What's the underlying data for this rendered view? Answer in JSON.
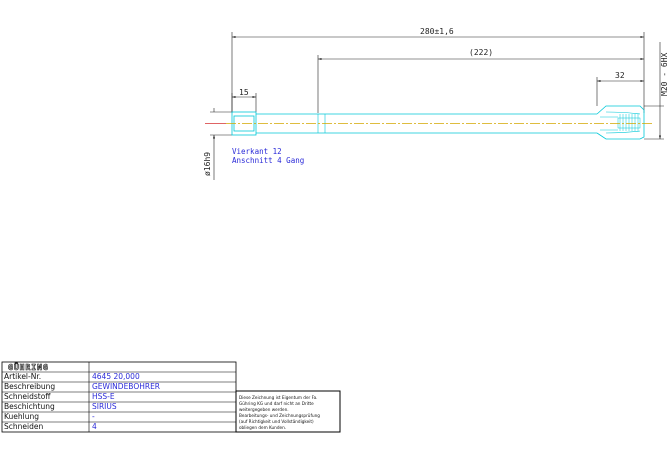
{
  "dimensions": {
    "overall_length": "280±1,6",
    "shank_length": "(222)",
    "thread_length": "32",
    "square_length": "15",
    "thread_spec": "M20 - 6HX",
    "shank_diameter": "ø16h9"
  },
  "notes": {
    "line1": "Vierkant 12",
    "line2": "Anschnitt 4 Gang"
  },
  "title_block": {
    "logo": "GÜHRING",
    "rows": [
      {
        "label": "Artikel-Nr.",
        "value": "4645  20,000"
      },
      {
        "label": "Beschreibung",
        "value": "GEWINDEBOHRER"
      },
      {
        "label": "Schneidstoff",
        "value": "HSS-E"
      },
      {
        "label": "Beschichtung",
        "value": "SIRIUS"
      },
      {
        "label": "Kuehlung",
        "value": "-"
      },
      {
        "label": "Schneiden",
        "value": "4"
      }
    ]
  },
  "copyright": {
    "lines": [
      "Diese Zeichnung ist Eigentum der Fa.",
      "Gühring KG und darf nicht an Dritte",
      "weitergegeben werden.",
      "Bearbeitungs- und Zeichnungsprüfung",
      "(auf Richtigkeit und Vollständigkeit)",
      "obliegen dem Kunden."
    ]
  },
  "colors": {
    "outline": "#00c8d8",
    "dimension": "#222222",
    "centerline": "#d4a800",
    "note_text": "#2a2ad8",
    "frame": "#000000"
  }
}
